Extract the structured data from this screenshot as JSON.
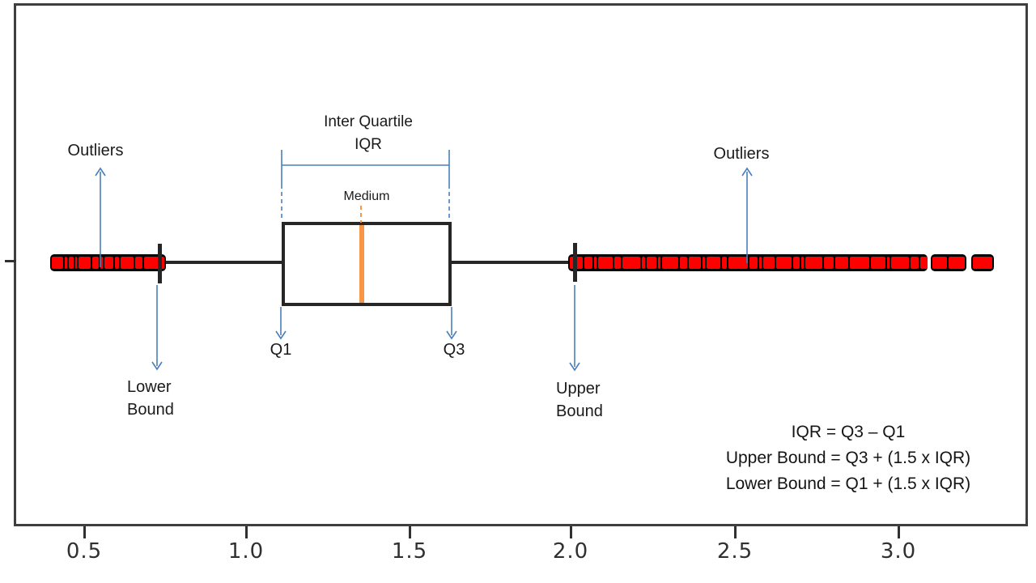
{
  "colors": {
    "outlier_red": "#fe0000",
    "median_orange": "#F79646",
    "annotation_blue": "#4A7EBB",
    "box_ink": "#262626",
    "frame_gray": "#3F3F3F"
  },
  "labels": {
    "outliers_left": "Outliers",
    "outliers_right": "Outliers",
    "iqr_title_line1": "Inter Quartile",
    "iqr_title_line2": "IQR",
    "medium": "Medium",
    "q1": "Q1",
    "q3": "Q3",
    "lower_bound_line1": "Lower",
    "lower_bound_line2": "Bound",
    "upper_bound_line1": "Upper",
    "upper_bound_line2": "Bound"
  },
  "formulas": {
    "lines": [
      "IQR = Q3 – Q1",
      "Upper Bound = Q3 + (1.5 x IQR)",
      "Lower Bound = Q1 + (1.5 x IQR)"
    ]
  },
  "chart_data": {
    "type": "bar",
    "subtype": "horizontal-boxplot-annotated",
    "title": "",
    "xlabel": "",
    "ylabel": "",
    "xlim": [
      0.28,
      3.4
    ],
    "grid": false,
    "x_ticks": [
      0.5,
      1.0,
      1.5,
      2.0,
      2.5,
      3.0
    ],
    "x_tick_labels": [
      "0.5",
      "1.0",
      "1.5",
      "2.0",
      "2.5",
      "3.0"
    ],
    "box": {
      "q1": 1.11,
      "median": 1.35,
      "q3": 1.63,
      "lower_whisker": 0.73,
      "upper_whisker": 2.01
    },
    "outlier_ranges": {
      "left": [
        0.4,
        0.75
      ],
      "right": [
        [
          2.01,
          3.08
        ],
        [
          3.1,
          3.21
        ],
        [
          3.23,
          3.29
        ]
      ]
    },
    "outlier_strips": {
      "left": [
        14,
        3,
        6,
        2,
        15,
        8,
        3,
        11,
        5,
        16,
        9,
        25
      ],
      "right_main": [
        16,
        10,
        3,
        18,
        8,
        22,
        4,
        12,
        3,
        20,
        9,
        15,
        3,
        17,
        6,
        24,
        10,
        3,
        14,
        19,
        8,
        3,
        21,
        12,
        16,
        24,
        18,
        3,
        22,
        10,
        11
      ],
      "right_block": [
        18,
        20
      ],
      "right_single": [
        24
      ]
    }
  }
}
